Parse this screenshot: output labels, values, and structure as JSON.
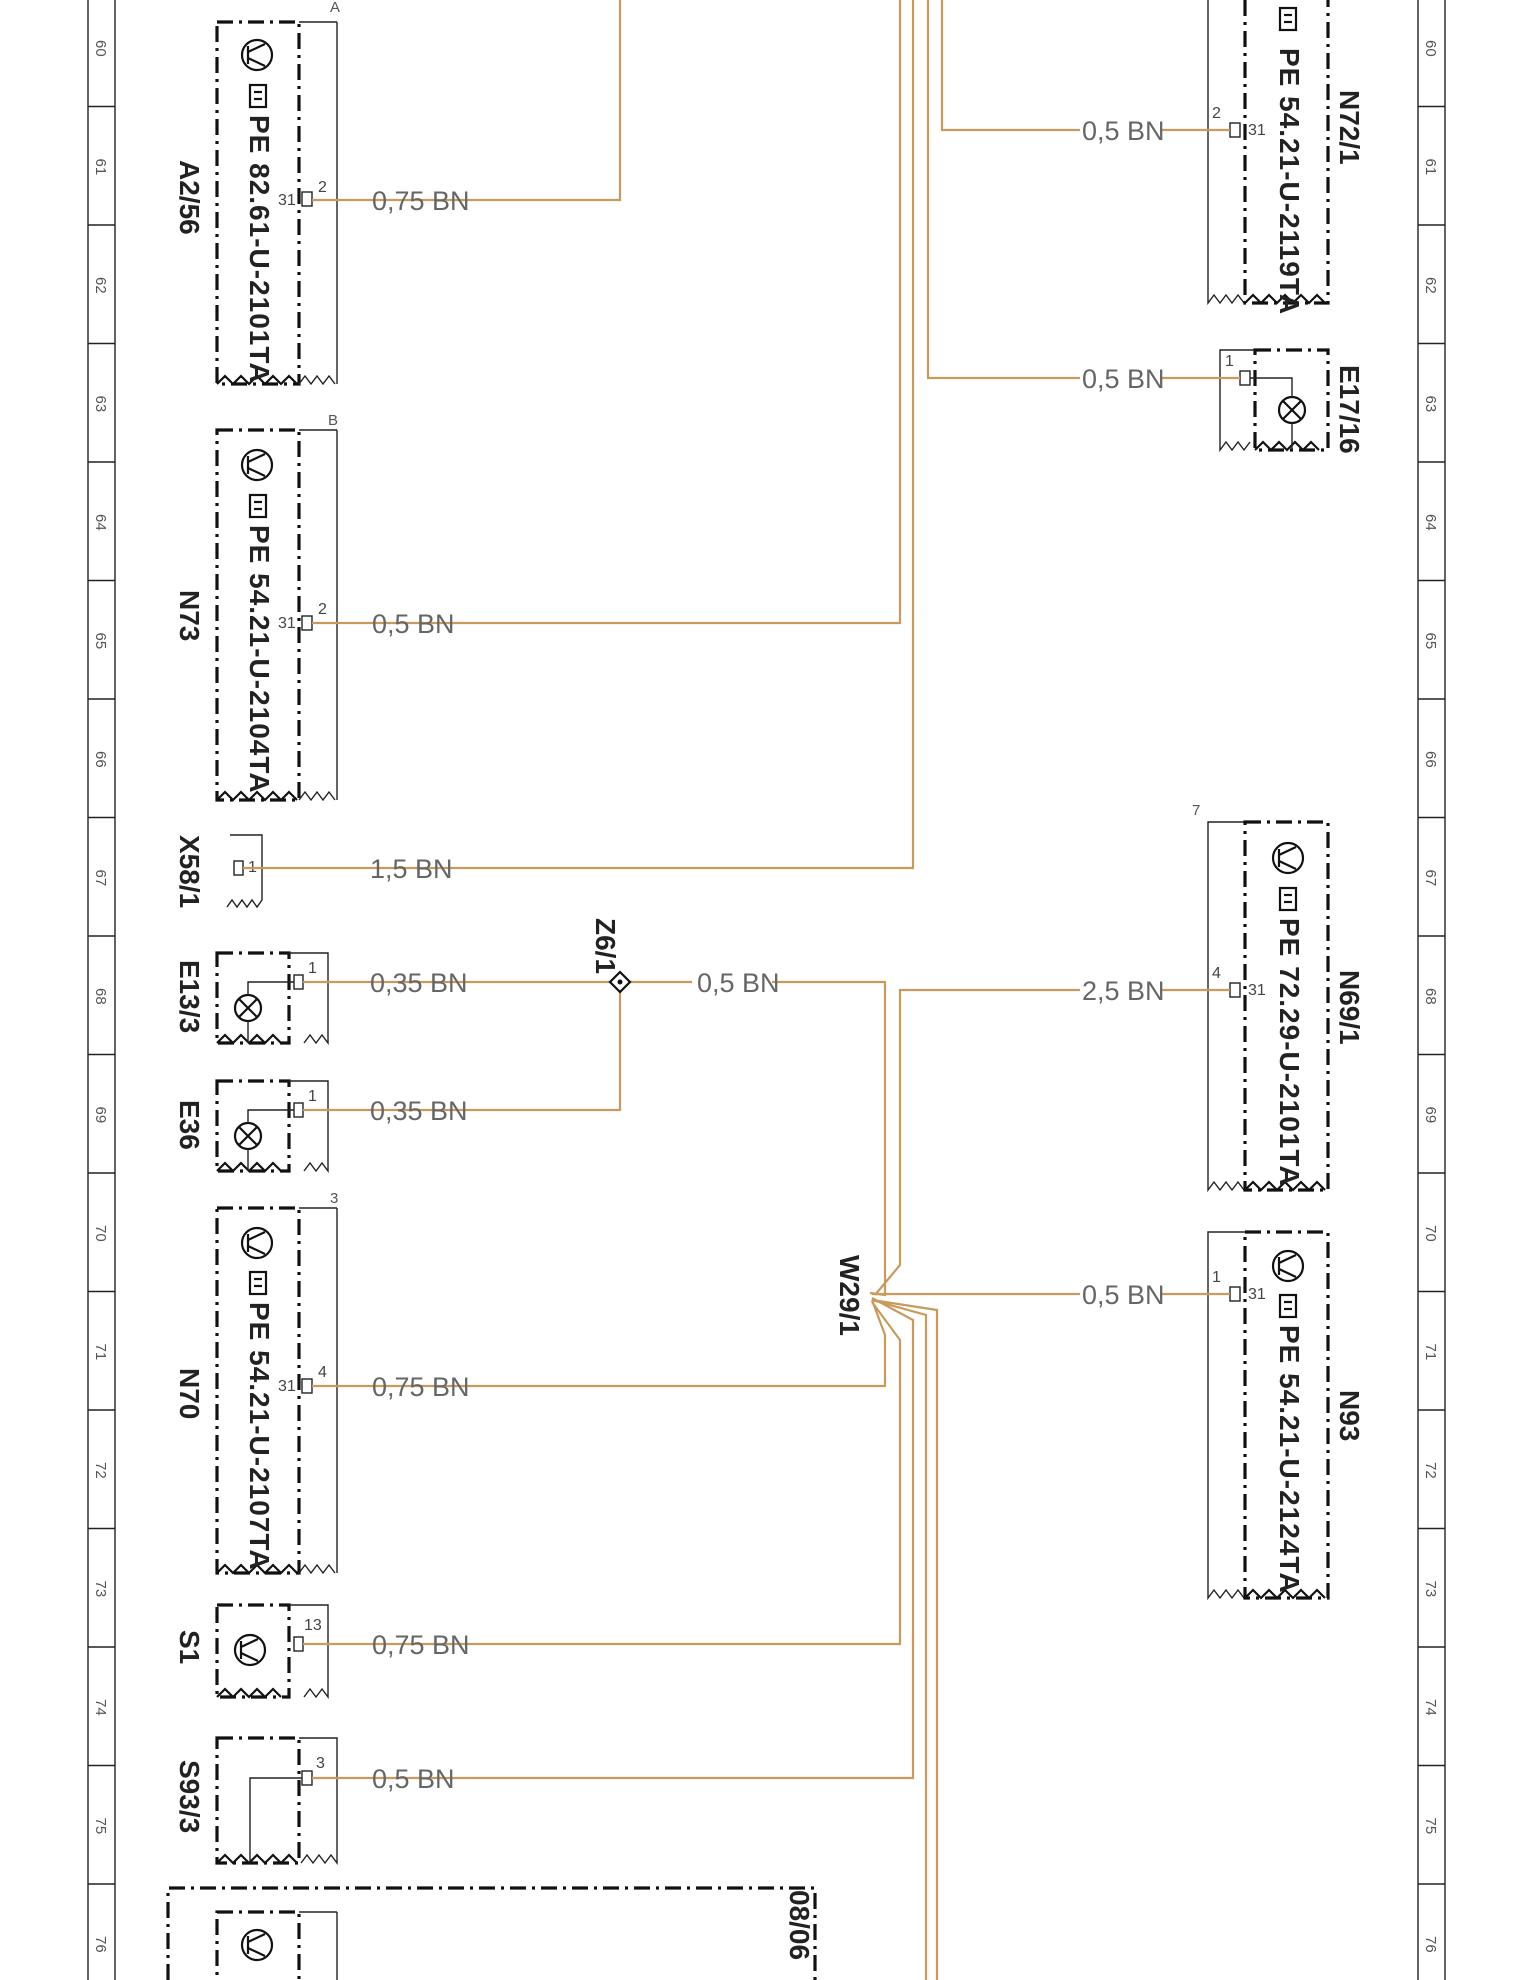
{
  "ruler": [
    "60",
    "61",
    "62",
    "63",
    "64",
    "65",
    "66",
    "67",
    "68",
    "69",
    "70",
    "71",
    "72",
    "73",
    "74",
    "75",
    "76"
  ],
  "left_components": {
    "a2_56": {
      "name": "A2/56",
      "part": "PE 82.61-U-2101TA",
      "pin": "2",
      "terminal": "31",
      "corner": "A",
      "wire": "0,75 BN"
    },
    "n73": {
      "name": "N73",
      "part": "PE 54.21-U-2104TA",
      "pin": "2",
      "terminal": "31",
      "corner": "B",
      "wire": "0,5 BN"
    },
    "x58_1": {
      "name": "X58/1",
      "pin": "1",
      "wire": "1,5 BN"
    },
    "e13_3": {
      "name": "E13/3",
      "pin": "1",
      "wire": "0,35 BN"
    },
    "e36": {
      "name": "E36",
      "pin": "1",
      "wire": "0,35 BN"
    },
    "n70": {
      "name": "N70",
      "part": "PE 54.21-U-2107TA",
      "pin": "4",
      "terminal": "31",
      "corner": "3",
      "wire": "0,75 BN"
    },
    "s1": {
      "name": "S1",
      "pin": "13",
      "wire": "0,75 BN"
    },
    "s93_3": {
      "name": "S93/3",
      "pin": "3",
      "wire": "0,5 BN"
    }
  },
  "right_components": {
    "n72_1": {
      "name": "N72/1",
      "part": "PE 54.21-U-2119TA",
      "pin": "2",
      "terminal": "31",
      "wire": "0,5 BN"
    },
    "e17_16": {
      "name": "E17/16",
      "pin": "1",
      "wire": "0,5 BN"
    },
    "n69_1": {
      "name": "N69/1",
      "part": "PE 72.29-U-2101TA",
      "pin": "4",
      "terminal": "31",
      "corner": "7",
      "wire": "2,5 BN"
    },
    "n93": {
      "name": "N93",
      "part": "PE 54.21-U-2124TA",
      "pin": "1",
      "terminal": "31",
      "wire": "0,5 BN"
    }
  },
  "splice": {
    "name": "Z6/1",
    "wire_out": "0,5 BN"
  },
  "ground_point": {
    "name": "W29/1"
  },
  "bottom_box": {
    "name": "08/06"
  },
  "colors": {
    "wire": "#c89a5c",
    "ink": "#111111"
  },
  "icons": [
    "transistor-symbol-icon",
    "document-reference-icon",
    "lamp-icon",
    "switch-icon",
    "splice-diamond-icon"
  ]
}
